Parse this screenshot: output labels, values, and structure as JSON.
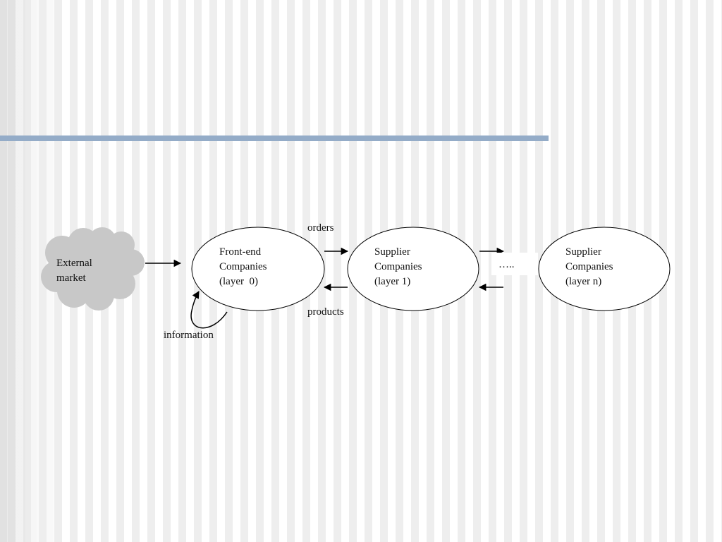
{
  "diagram": {
    "external_market": {
      "line1": "External",
      "line2": "market"
    },
    "front_end": {
      "line1": "Front-end",
      "line2": "Companies",
      "line3": "(layer  0)"
    },
    "supplier_1": {
      "line1": "Supplier",
      "line2": "Companies",
      "line3": "(layer 1)"
    },
    "supplier_n": {
      "line1": "Supplier",
      "line2": "Companies",
      "line3": "(layer n)"
    },
    "ellipsis": "…..",
    "labels": {
      "orders": "orders",
      "products": "products",
      "information": "information"
    },
    "colors": {
      "cloud_fill": "#c8c8c8",
      "rule": "#94acc8",
      "stroke": "#000000"
    }
  }
}
